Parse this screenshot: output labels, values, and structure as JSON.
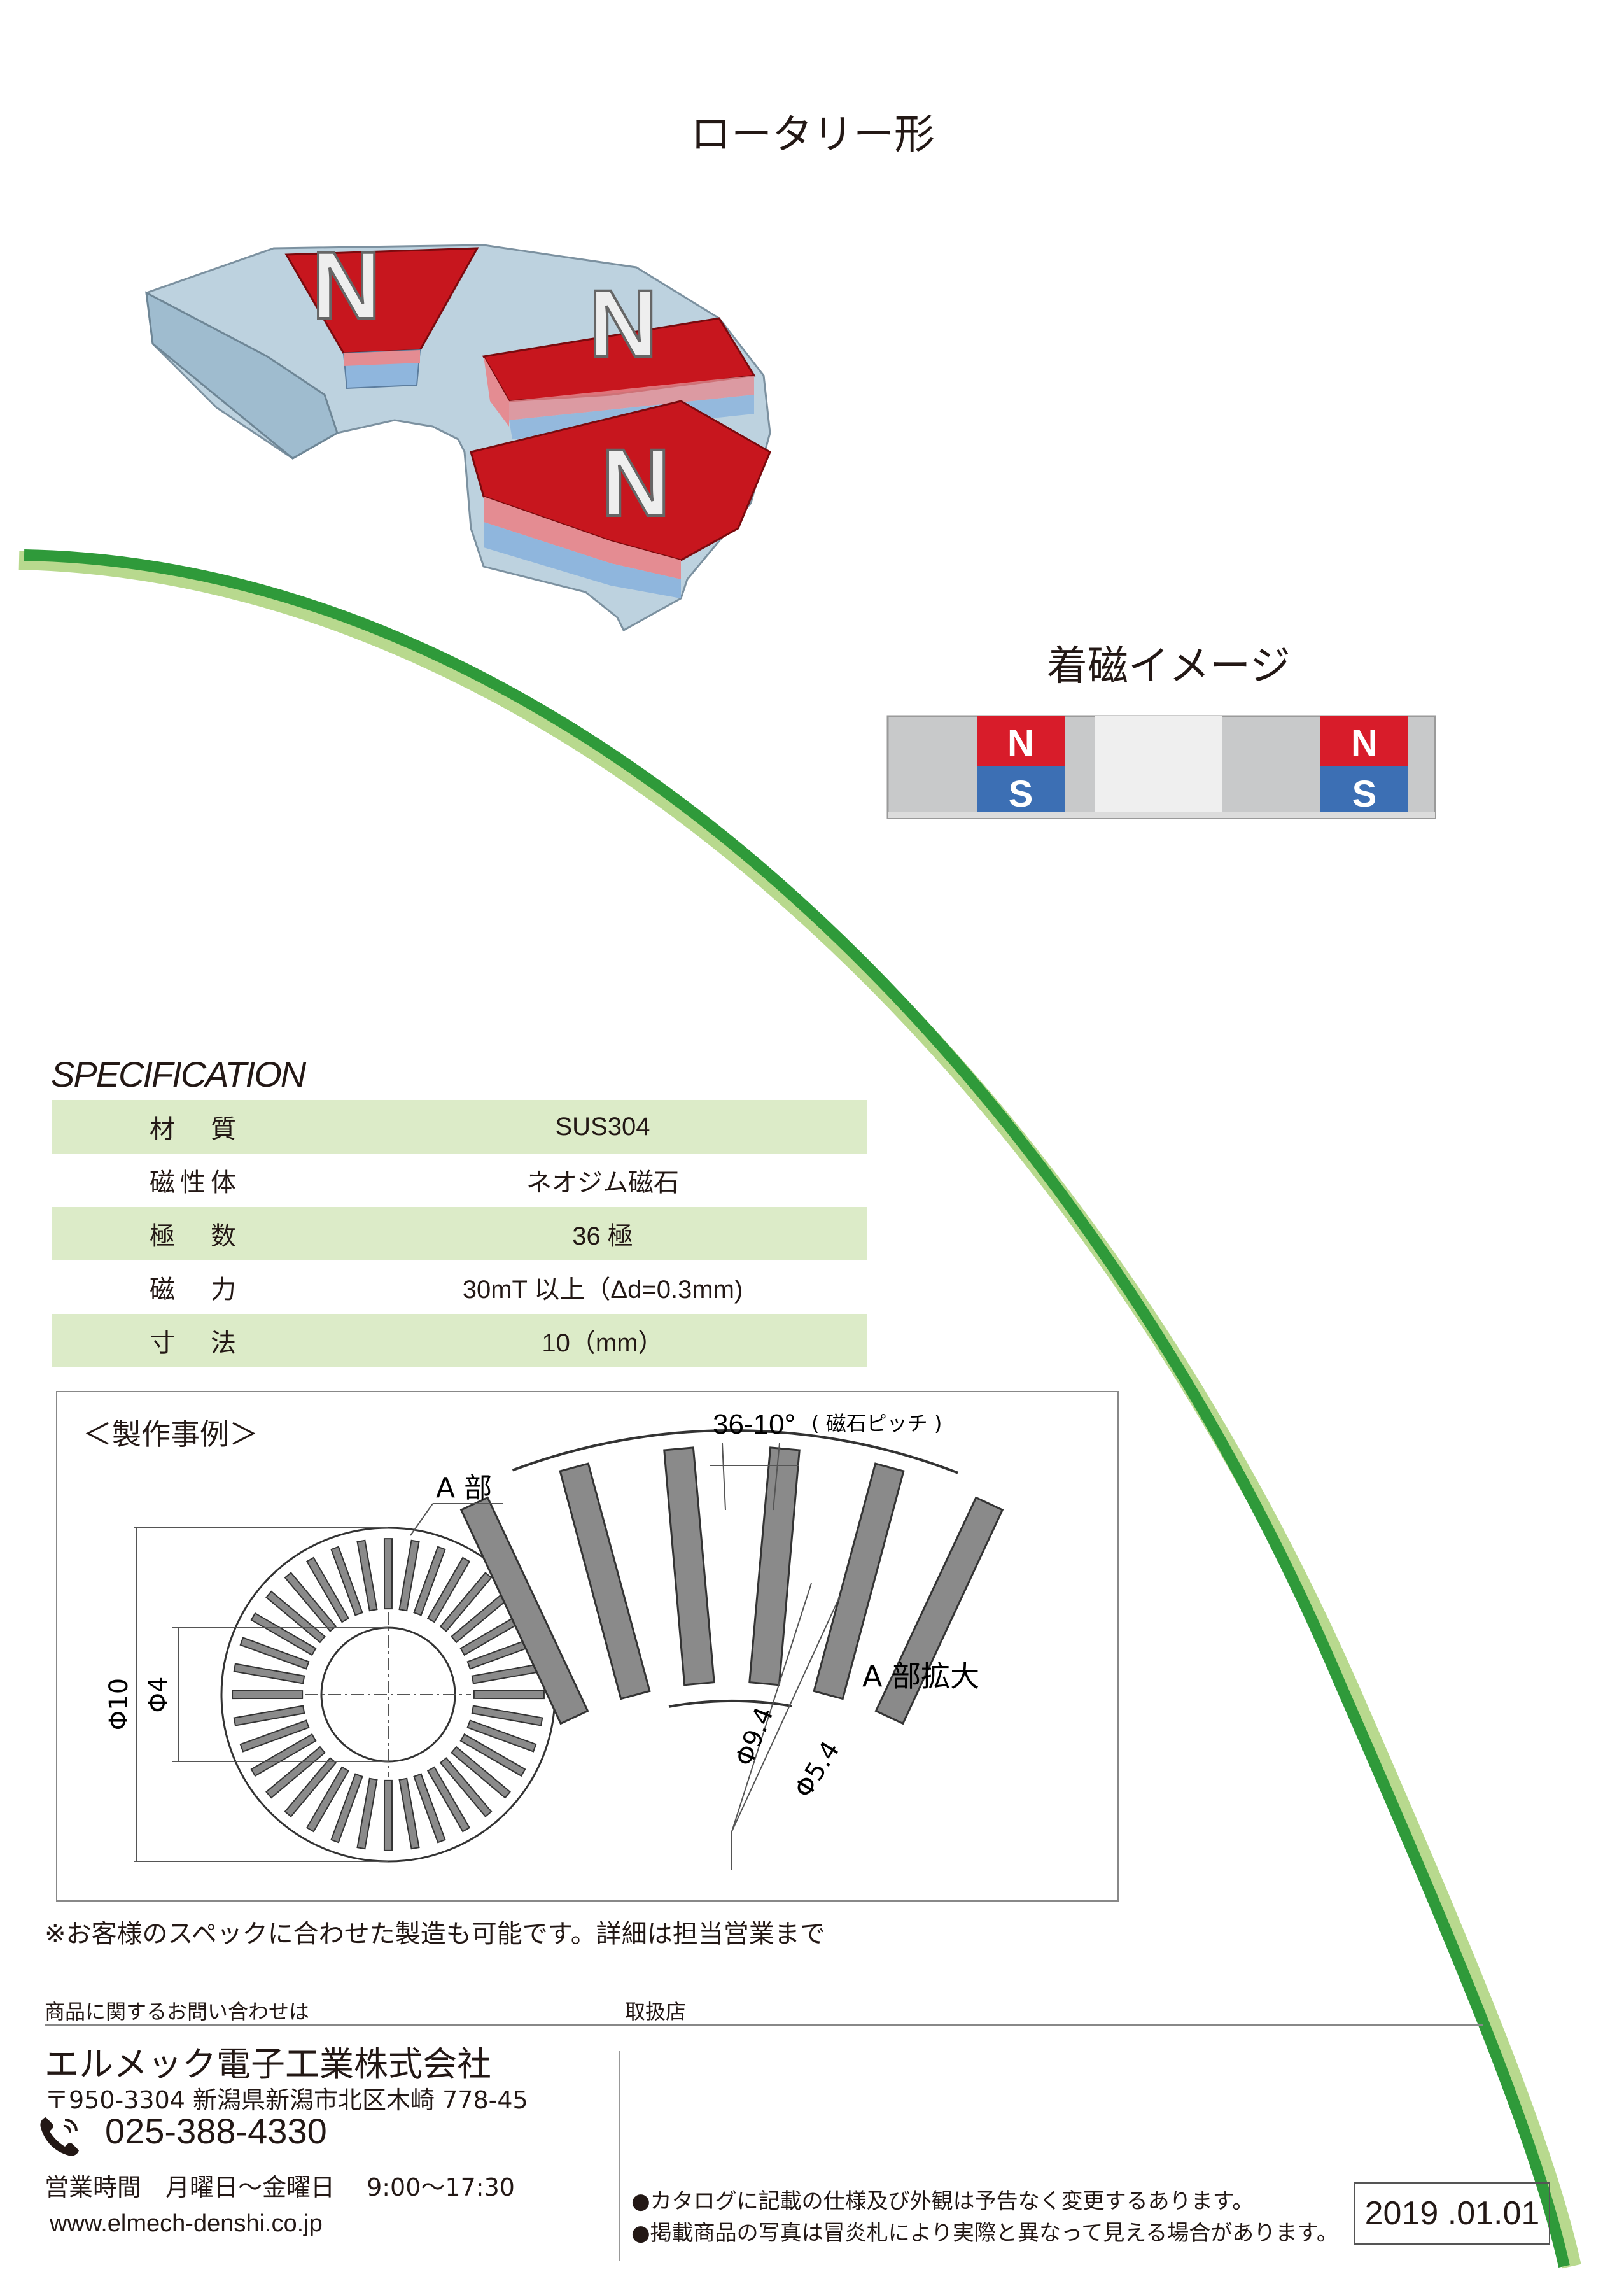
{
  "title": "ロータリー形",
  "magnet_image": {
    "title": "着磁イメージ",
    "north_label": "N",
    "south_label": "S"
  },
  "rotary_illustration": {
    "pole_label": "N",
    "colors": {
      "north": "#c7161e",
      "south": "#8fb6dd",
      "body": "#aac6d8"
    }
  },
  "spec": {
    "heading": "SPECIFICATION",
    "rows": [
      {
        "key": "材　質",
        "value": "SUS304"
      },
      {
        "key": "磁性体",
        "value": "ネオジム磁石"
      },
      {
        "key": "極　数",
        "value": "36 極"
      },
      {
        "key": "磁　力",
        "value": "30mT 以上（Δd=0.3mm)"
      },
      {
        "key": "寸　法",
        "value": "10（mm）"
      }
    ]
  },
  "example": {
    "title": "＜製作事例＞",
    "part_label": "A 部",
    "outer_dia": "Φ10",
    "inner_dia": "Φ4",
    "pitch_label": "36-10°",
    "pitch_note": "( 磁石ピッチ )",
    "enlarged_label": "A 部拡大",
    "dia_a": "Φ9.4",
    "dia_b": "Φ5.4"
  },
  "note": "※お客様のスペックに合わせた製造も可能です。詳細は担当営業まで",
  "footer": {
    "contact_heading": "商品に関するお問い合わせは",
    "dealer_heading": "取扱店",
    "company": "エルメック電子工業株式会社",
    "address": "〒950-3304  新潟県新潟市北区木崎 778-45",
    "phone": "025-388-4330",
    "hours": "営業時間　月曜日～金曜日　 9:00～17:30",
    "url": "www.elmech-denshi.co.jp",
    "disclaimers": [
      "●カタログに記載の仕様及び外観は予告なく変更するあります。",
      "●掲載商品の写真は冒炎札により実際と異なって見える場合があります。"
    ],
    "date": "2019 .01.01"
  },
  "colors": {
    "accent_green": "#2f9a3a",
    "light_green": "#a9cf7b",
    "table_shade": "#dcebc8"
  }
}
